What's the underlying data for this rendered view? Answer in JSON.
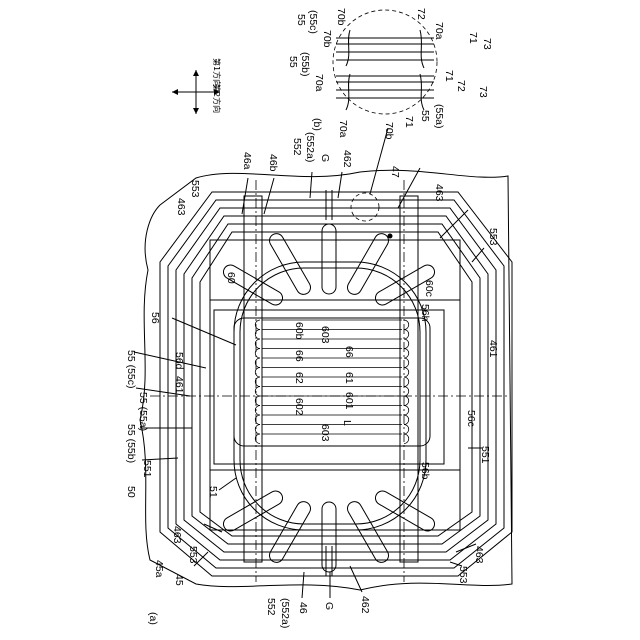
{
  "figure": {
    "panel_a_label": "(a)",
    "panel_b_label": "(b)",
    "direction_1_label": "第1方向",
    "direction_2_label": "第2方向"
  },
  "labels_a": [
    {
      "id": "l-50",
      "text": "50"
    },
    {
      "id": "l-551a",
      "text": "551"
    },
    {
      "id": "l-55b",
      "text": "55 (55b)"
    },
    {
      "id": "l-55a",
      "text": "55 (55a)"
    },
    {
      "id": "l-55c",
      "text": "55 (55c)"
    },
    {
      "id": "l-461a",
      "text": "461"
    },
    {
      "id": "l-56d",
      "text": "56d"
    },
    {
      "id": "l-56",
      "text": "56"
    },
    {
      "id": "l-463tl",
      "text": "463"
    },
    {
      "id": "l-553tl",
      "text": "553"
    },
    {
      "id": "l-46a",
      "text": "46a"
    },
    {
      "id": "l-46b",
      "text": "46b"
    },
    {
      "id": "l-552t",
      "text": "552"
    },
    {
      "id": "l-552at",
      "text": "(552a)"
    },
    {
      "id": "l-Gt",
      "text": "G"
    },
    {
      "id": "l-462t",
      "text": "462"
    },
    {
      "id": "l-47",
      "text": "47"
    },
    {
      "id": "l-463tr",
      "text": "463"
    },
    {
      "id": "l-553tr",
      "text": "553"
    },
    {
      "id": "l-60",
      "text": "60"
    },
    {
      "id": "l-60c",
      "text": "60c"
    },
    {
      "id": "l-56h",
      "text": "56h"
    },
    {
      "id": "l-60b",
      "text": "60b"
    },
    {
      "id": "l-603a",
      "text": "603"
    },
    {
      "id": "l-66a",
      "text": "66"
    },
    {
      "id": "l-66b",
      "text": "66"
    },
    {
      "id": "l-62",
      "text": "62"
    },
    {
      "id": "l-61",
      "text": "61"
    },
    {
      "id": "l-601",
      "text": "601"
    },
    {
      "id": "l-602",
      "text": "602"
    },
    {
      "id": "l-L",
      "text": "L"
    },
    {
      "id": "l-603b",
      "text": "603"
    },
    {
      "id": "l-461b",
      "text": "461"
    },
    {
      "id": "l-56c",
      "text": "56c"
    },
    {
      "id": "l-551b",
      "text": "551"
    },
    {
      "id": "l-56b",
      "text": "56b"
    },
    {
      "id": "l-51",
      "text": "51"
    },
    {
      "id": "l-45a",
      "text": "45a"
    },
    {
      "id": "l-45",
      "text": "45"
    },
    {
      "id": "l-463bl",
      "text": "463"
    },
    {
      "id": "l-553bl",
      "text": "553"
    },
    {
      "id": "l-552b",
      "text": "552"
    },
    {
      "id": "l-552ab",
      "text": "(552a)"
    },
    {
      "id": "l-46",
      "text": "46"
    },
    {
      "id": "l-Gb",
      "text": "G"
    },
    {
      "id": "l-462b",
      "text": "462"
    },
    {
      "id": "l-553br",
      "text": "553"
    },
    {
      "id": "l-463br",
      "text": "463"
    }
  ],
  "labels_b": [
    {
      "id": "b-55",
      "text": "55"
    },
    {
      "id": "b-55c",
      "text": "(55c)"
    },
    {
      "id": "b-70b1",
      "text": "70b"
    },
    {
      "id": "b-70b2",
      "text": "70b"
    },
    {
      "id": "b-55-2",
      "text": "55"
    },
    {
      "id": "b-55b",
      "text": "(55b)"
    },
    {
      "id": "b-70a1",
      "text": "70a"
    },
    {
      "id": "b-70a2",
      "text": "70a"
    },
    {
      "id": "b-72a",
      "text": "72"
    },
    {
      "id": "b-71a",
      "text": "71"
    },
    {
      "id": "b-73a",
      "text": "73"
    },
    {
      "id": "b-72b",
      "text": "72"
    },
    {
      "id": "b-71b",
      "text": "71"
    },
    {
      "id": "b-73b",
      "text": "73"
    },
    {
      "id": "b-70a3",
      "text": "70a"
    },
    {
      "id": "b-70b3",
      "text": "70b"
    },
    {
      "id": "b-71c",
      "text": "71"
    },
    {
      "id": "b-55-3",
      "text": "55"
    },
    {
      "id": "b-55a",
      "text": "(55a)"
    }
  ]
}
